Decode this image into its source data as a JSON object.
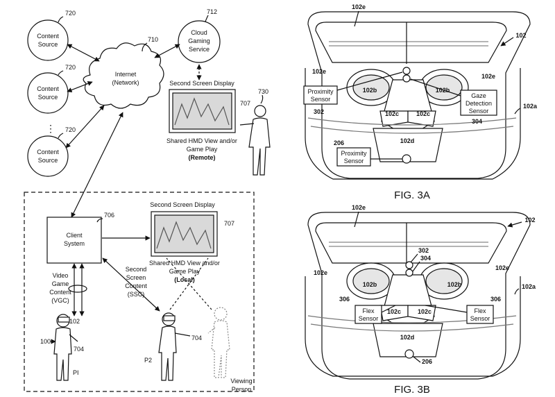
{
  "left": {
    "content_sources": [
      {
        "ref": "720",
        "line1": "Content",
        "line2": "Source"
      },
      {
        "ref": "720",
        "line1": "Content",
        "line2": "Source"
      },
      {
        "ref": "720",
        "line1": "Content",
        "line2": "Source"
      }
    ],
    "network": {
      "ref": "710",
      "line1": "Internet",
      "line2": "(Network)"
    },
    "cloud_service": {
      "ref": "712",
      "line1": "Cloud",
      "line2": "Gaming",
      "line3": "Service"
    },
    "remote": {
      "title": "Second Screen Display",
      "ref_display": "707",
      "ref_person": "730",
      "caption1": "Shared HMD View and/or",
      "caption2": "Game Play",
      "caption3": "(Remote)"
    },
    "local": {
      "title": "Second Screen Display",
      "ref_display": "707",
      "caption1": "Shared HMD View and/or",
      "caption2": "Game Play",
      "caption3": "(Local)"
    },
    "client": {
      "ref": "706",
      "line1": "Client",
      "line2": "System"
    },
    "vgc": {
      "line1": "Video",
      "line2": "Game",
      "line3": "Content",
      "line4": "(VGC)"
    },
    "ssc": {
      "line1": "Second",
      "line2": "Screen",
      "line3": "Content",
      "line4": "(SSC)"
    },
    "players": {
      "ref_user": "100",
      "ref_hmd": "102",
      "ref_controller_a": "704",
      "ref_controller_b": "704",
      "p1": "PI",
      "p2": "P2",
      "viewer1": "Viewing",
      "viewer2": "Person"
    },
    "dots": "⋮"
  },
  "fig3a": {
    "caption": "FIG. 3A",
    "ref_device": "102",
    "ref_102e_top": "102e",
    "ref_102e_left": "102e",
    "ref_102e_right": "102e",
    "ref_102a": "102a",
    "ref_102b_left": "102b",
    "ref_102b_right": "102b",
    "ref_102c_left": "102c",
    "ref_102c_right": "102c",
    "ref_102d": "102d",
    "prox1_line1": "Proximity",
    "prox1_line2": "Sensor",
    "prox1_ref": "302",
    "gaze_line1": "Gaze",
    "gaze_line2": "Detection",
    "gaze_line3": "Sensor",
    "gaze_ref": "304",
    "prox2_line1": "Proximity",
    "prox2_line2": "Sensor",
    "prox2_ref": "206"
  },
  "fig3b": {
    "caption": "FIG. 3B",
    "ref_device": "102",
    "ref_102e_top": "102e",
    "ref_102e_left": "102e",
    "ref_102e_right": "102e",
    "ref_102a": "102a",
    "ref_102b_left": "102b",
    "ref_102b_right": "102b",
    "ref_102c_left": "102c",
    "ref_102c_right": "102c",
    "ref_102d": "102d",
    "ref_302": "302",
    "ref_304": "304",
    "ref_206": "206",
    "flex1_line1": "Flex",
    "flex1_line2": "Sensor",
    "flex1_ref": "306",
    "flex2_line1": "Flex",
    "flex2_line2": "Sensor",
    "flex2_ref": "306"
  }
}
